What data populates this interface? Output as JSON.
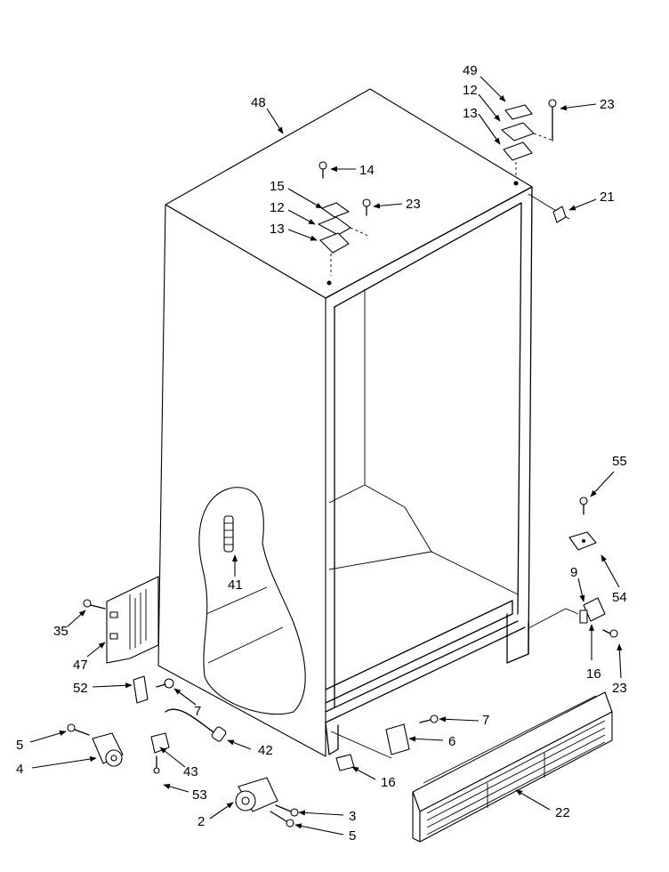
{
  "callouts": [
    "48",
    "49",
    "12",
    "13",
    "23",
    "14",
    "15",
    "12",
    "13",
    "23",
    "21",
    "55",
    "41",
    "9",
    "54",
    "16",
    "23",
    "35",
    "47",
    "52",
    "7",
    "5",
    "4",
    "43",
    "42",
    "53",
    "2",
    "3",
    "5",
    "7",
    "6",
    "16",
    "22"
  ]
}
